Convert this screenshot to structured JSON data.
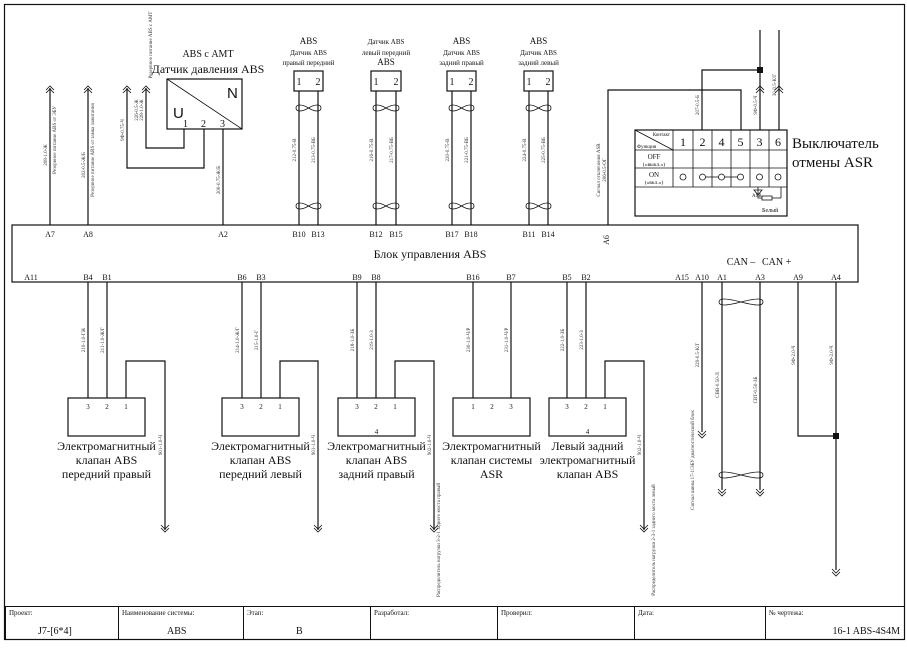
{
  "ecu": {
    "title": "Блок управления ABS",
    "top_pins": [
      "A7",
      "A8",
      "A2",
      "B10",
      "B13",
      "B12",
      "B15",
      "B17",
      "B18",
      "B11",
      "B14",
      "A6"
    ],
    "bottom_pins": [
      "A11",
      "B4",
      "B1",
      "B6",
      "B3",
      "B9",
      "B8",
      "B16",
      "B7",
      "B5",
      "B2",
      "A15",
      "A10",
      "A1",
      "A3",
      "A9",
      "A4"
    ],
    "can_minus": "CAN –",
    "can_plus": "CAN +"
  },
  "pressure_sensor": {
    "caption1": "ABS с AMT",
    "caption2": "Датчик давления ABS",
    "letter_u": "U",
    "letter_n": "N",
    "pins": [
      "1",
      "2",
      "3"
    ]
  },
  "wheel_sensors": [
    {
      "line1": "ABS",
      "line2": "Датчик ABS",
      "line3": "правый передний",
      "pins": [
        "1",
        "2"
      ],
      "ecu_pins": [
        "B10",
        "B13"
      ],
      "wires": [
        "212-0.75-В",
        "213-0.75-ВБ"
      ]
    },
    {
      "line1": "Датчик ABS",
      "line2": "левый передний",
      "line3": "ABS",
      "pins": [
        "1",
        "2"
      ],
      "ecu_pins": [
        "B12",
        "B15"
      ],
      "wires": [
        "216-0.75-В",
        "217-0.75-ВБ"
      ]
    },
    {
      "line1": "ABS",
      "line2": "Датчик ABS",
      "line3": "задний правый",
      "pins": [
        "1",
        "2"
      ],
      "ecu_pins": [
        "B17",
        "B18"
      ],
      "wires": [
        "220-0.75-В",
        "221-0.75-ВБ"
      ]
    },
    {
      "line1": "ABS",
      "line2": "Датчик ABS",
      "line3": "задний левый",
      "pins": [
        "1",
        "2"
      ],
      "ecu_pins": [
        "B11",
        "B14"
      ],
      "wires": [
        "224-0.75-В",
        "225-0.75-ВБ"
      ]
    }
  ],
  "asr_switch": {
    "title1": "Выключатель",
    "title2": "отмены ASR",
    "header_contact": "Контакт",
    "header_function": "Функция",
    "contacts": [
      "1",
      "2",
      "4",
      "5",
      "3",
      "6"
    ],
    "row_off": "OFF",
    "row_off_sub": "(«выкл.»)",
    "row_on": "ON",
    "row_on_sub": "(«вкл.»)",
    "led_label": "ASR",
    "resistor_label": "Белый"
  },
  "valves": [
    {
      "name1": "Электромагнитный",
      "name2": "клапан ABS",
      "name3": "передний правый",
      "pins": [
        "3",
        "2",
        "1"
      ],
      "bottom_pin": "",
      "ecu_pins": [
        "B4",
        "B1"
      ],
      "wires": [
        "210-1.0-ГЖ",
        "211-1.0-Ж/Г"
      ],
      "ground_wire": "901-1.0-Ч"
    },
    {
      "name1": "Электромагнитный",
      "name2": "клапан ABS",
      "name3": "передний левый",
      "pins": [
        "3",
        "2",
        "1"
      ],
      "bottom_pin": "",
      "ecu_pins": [
        "B6",
        "B3"
      ],
      "wires": [
        "214-1.0-Ж/Г",
        "215-1.0-Г"
      ],
      "ground_wire": "901-1.0-Ч"
    },
    {
      "name1": "Электромагнитный",
      "name2": "клапан ABS",
      "name3": "задний правый",
      "pins": [
        "3",
        "2",
        "1"
      ],
      "bottom_pin": "4",
      "ecu_pins": [
        "B9",
        "B8"
      ],
      "wires": [
        "218-1.0-ЗБ",
        "219-1.0-З"
      ],
      "ground_wire": "902-1.0-Ч"
    },
    {
      "name1": "Электромагнитный",
      "name2": "клапан системы",
      "name3": "ASR",
      "pins": [
        "1",
        "2",
        "3"
      ],
      "bottom_pin": "",
      "ecu_pins": [
        "B16",
        "B7"
      ],
      "wires": [
        "230-1.0-Ч/Р",
        "231-1.0-Ч/Р"
      ],
      "ground_wire": ""
    },
    {
      "name1": "Левый задний",
      "name2": "электромагнитный",
      "name3": "клапан ABS",
      "pins": [
        "3",
        "2",
        "1"
      ],
      "bottom_pin": "4",
      "ecu_pins": [
        "B5",
        "B2"
      ],
      "wires": [
        "222-1.0-ЗБ",
        "223-1.0-З"
      ],
      "ground_wire": "902-1.0-Ч"
    }
  ],
  "wire_labels": {
    "a7": "208-1.0-Ж",
    "a7_note": "Резервное питание ABS от ЭБУ",
    "a8": "202-0.5-Ж/Б",
    "a8_note": "Резервное питание ABS от замка зажигания",
    "ps1": "228-1.0-Ж",
    "ps2": "226-0.5-Ж",
    "ps3": "9Ф-0.75-Ч",
    "ps_note": "Резервное питание ABS с AMT",
    "a2": "200-0.75-Ж/Б",
    "a6": "206-0.5-ОГ",
    "a6_note": "Сигнал отключения ASR",
    "sw2": "207-0.5-Б",
    "sw3": "9Ф-0.5-Ч",
    "sw6": "30-0.5-К/Г",
    "a10": "229-0.5-К/Г",
    "a10_note": "Сигнал шины 17-1/ЭБУ диагностический блок",
    "can_l": "CBB-0.50-Л",
    "can_h": "CBT-0.50-ЗБ",
    "a9": "9Ф-2.0-Ч",
    "a4": "9Ф-2.0-Ч",
    "ground_note_1": "Распределитель нагрузки 3-2-1 заднего моста правый",
    "ground_note_2": "Распределитель нагрузки 2-3-1 заднего моста левый"
  },
  "title_block": {
    "cells": [
      {
        "label": "Проект:",
        "value": "J7-[6*4]"
      },
      {
        "label": "Наименование системы:",
        "value": "ABS"
      },
      {
        "label": "Этап:",
        "value": "B"
      },
      {
        "label": "Разработал:",
        "value": ""
      },
      {
        "label": "Проверил:",
        "value": ""
      },
      {
        "label": "Дата:",
        "value": ""
      },
      {
        "label": "№ чертежа:",
        "value": "16-1 ABS-4S4M"
      }
    ]
  }
}
